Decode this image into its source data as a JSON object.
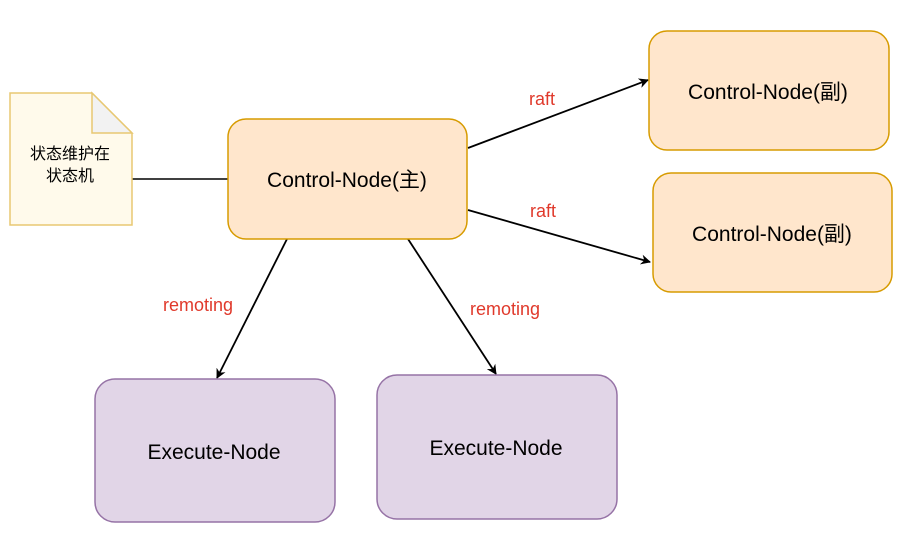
{
  "colors": {
    "control_fill": "#FFE6CC",
    "control_stroke": "#D79B00",
    "execute_fill": "#E1D5E7",
    "execute_stroke": "#9673A6",
    "note_fill": "#FFFAEB",
    "note_stroke": "#E8C872",
    "note_fold": "#F2F2F2",
    "edge": "#000000",
    "edge_label": "#E0392B"
  },
  "note": {
    "line1": "状态维护在",
    "line2": "状态机"
  },
  "nodes": {
    "master": "Control-Node(主)",
    "replica_1": "Control-Node(副)",
    "replica_2": "Control-Node(副)",
    "execute_1": "Execute-Node",
    "execute_2": "Execute-Node"
  },
  "edges": {
    "raft_1": "raft",
    "raft_2": "raft",
    "remoting_1": "remoting",
    "remoting_2": "remoting"
  }
}
